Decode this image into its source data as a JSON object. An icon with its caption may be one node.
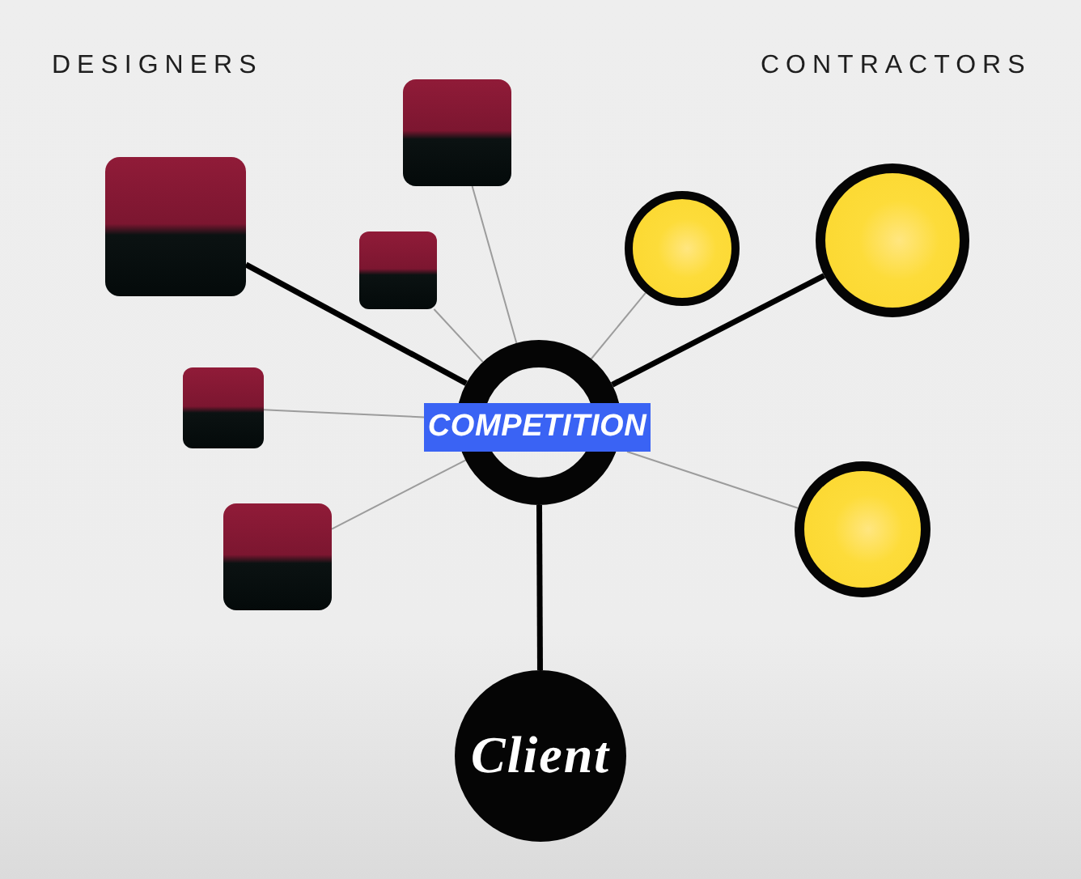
{
  "diagram": {
    "nodes": [
      {
        "text": [
          "COMPETITION"
        ]
      },
      {
        "text": [],
        "shape": "box"
      },
      {
        "text": [],
        "shape": "box"
      },
      {
        "text": [],
        "shape": "box"
      },
      {
        "text": [],
        "shape": "box"
      },
      {
        "text": [],
        "shape": "box"
      },
      {
        "text": [],
        "shape": "circle"
      },
      {
        "text": [],
        "shape": "circle"
      },
      {
        "text": [],
        "shape": "circle"
      },
      {
        "text": [
          "Client"
        ]
      }
    ],
    "edges": [
      {
        "from": 1,
        "to": 0,
        "arrow": "none",
        "style": "thick",
        "color": "#000000"
      },
      {
        "from": 2,
        "to": 0,
        "arrow": "none"
      },
      {
        "from": 3,
        "to": 0,
        "arrow": "none"
      },
      {
        "from": 4,
        "to": 0,
        "arrow": "none"
      },
      {
        "from": 5,
        "to": 0,
        "arrow": "none"
      },
      {
        "from": 6,
        "to": 0,
        "arrow": "none"
      },
      {
        "from": 7,
        "to": 0,
        "arrow": "none",
        "style": "thick",
        "color": "#000000"
      },
      {
        "from": 8,
        "to": 0,
        "arrow": "none"
      },
      {
        "from": 0,
        "to": 9,
        "arrow": "none",
        "style": "thick",
        "color": "#000000"
      }
    ],
    "labels": [
      "DESIGNERS",
      "CONTRACTORS"
    ]
  }
}
